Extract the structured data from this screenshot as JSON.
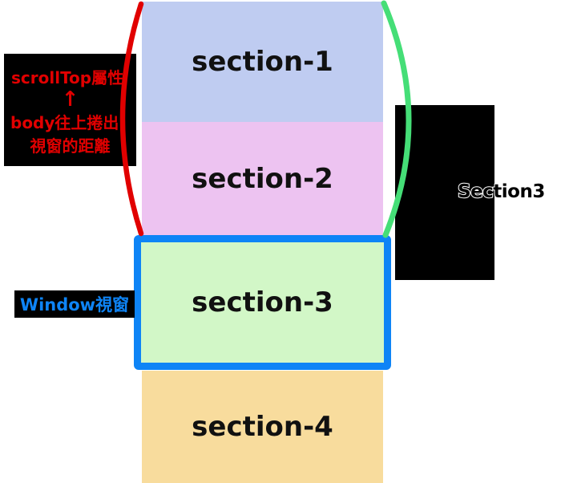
{
  "canvas": {
    "background": "#ffffff"
  },
  "sections": [
    {
      "id": "section-1",
      "label": "section-1",
      "color": "#bfccf1"
    },
    {
      "id": "section-2",
      "label": "section-2",
      "color": "#edc3f1"
    },
    {
      "id": "section-3",
      "label": "section-3",
      "color": "#d2f7c7"
    },
    {
      "id": "section-4",
      "label": "section-4",
      "color": "#f8dc9d"
    }
  ],
  "viewport": {
    "border_color": "#0e84f6"
  },
  "annotations": {
    "scrolltop": {
      "line1": "scrollTop屬性",
      "arrow": "↑",
      "line2": "body往上捲出",
      "line3": "視窗的距離",
      "color": "#e10000",
      "box_color": "#000000"
    },
    "window": {
      "label": "Window視窗",
      "color": "#0e84f6",
      "box_color": "#000000"
    },
    "right": {
      "label": "Section3",
      "box_color": "#000000"
    }
  },
  "curves": {
    "left_color": "#e10000",
    "right_color": "#45de77"
  }
}
